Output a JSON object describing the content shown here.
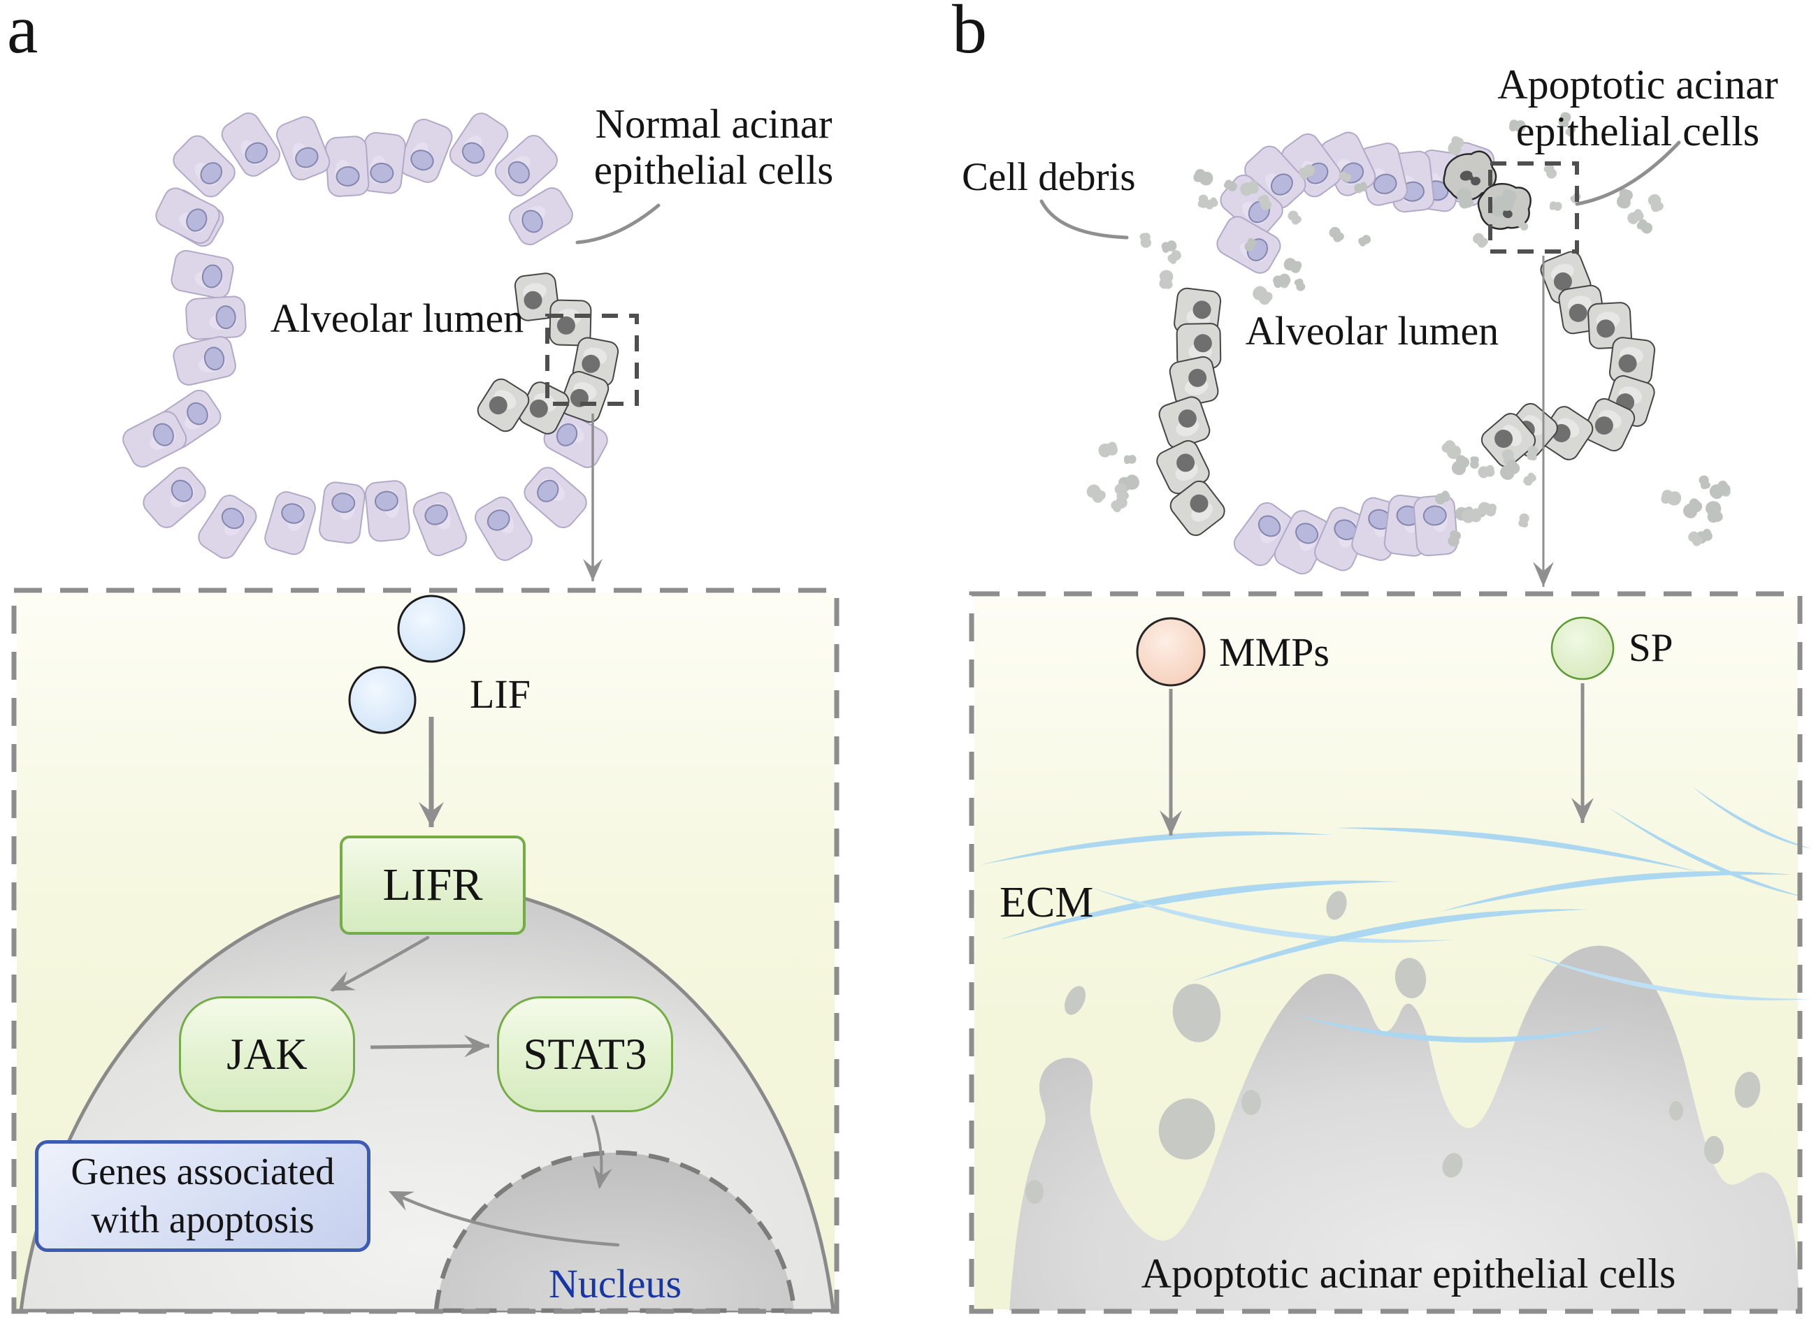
{
  "panel_a": {
    "letter": "a",
    "top": {
      "cells_label_line1": "Normal acinar",
      "cells_label_line2": "epithelial cells",
      "lumen_label": "Alveolar lumen"
    },
    "signaling": {
      "lif": "LIF",
      "lifr": "LIFR",
      "jak": "JAK",
      "stat3": "STAT3",
      "genes_line1": "Genes associated",
      "genes_line2": "with apoptosis",
      "nucleus": "Nucleus"
    }
  },
  "panel_b": {
    "letter": "b",
    "top": {
      "debris_label": "Cell debris",
      "apoptotic_label_line1": "Apoptotic acinar",
      "apoptotic_label_line2": "epithelial cells",
      "lumen_label": "Alveolar lumen"
    },
    "bottom": {
      "mmps": "MMPs",
      "sp": "SP",
      "ecm": "ECM",
      "caption": "Apoptotic acinar epithelial cells"
    }
  },
  "colors": {
    "text": "#141414",
    "panel_border": "#8d8d8d",
    "arrow": "#8f8f8f",
    "green_border": "#74ad45",
    "green_fill": "#ddeec9",
    "genes_border": "#3c5cb4",
    "nucleus_text": "#1536a4",
    "lif_fill": "#cfe2f7",
    "mmps_fill": "#f5cdb7",
    "sp_fill": "#d6e9bb",
    "ecm_fiber": "#abd7f0",
    "purple_cell": "#ddd6e9",
    "purple_cell_stroke": "#b2a9c7",
    "purple_nucleus": "#b7b8dc",
    "gray_cell": "#d8d8d5",
    "gray_nucleus": "#6f6f6f",
    "debris": "#c6c9c5",
    "dome_stroke": "#8a8a8a",
    "zoom_box": "#4f4f4f"
  }
}
